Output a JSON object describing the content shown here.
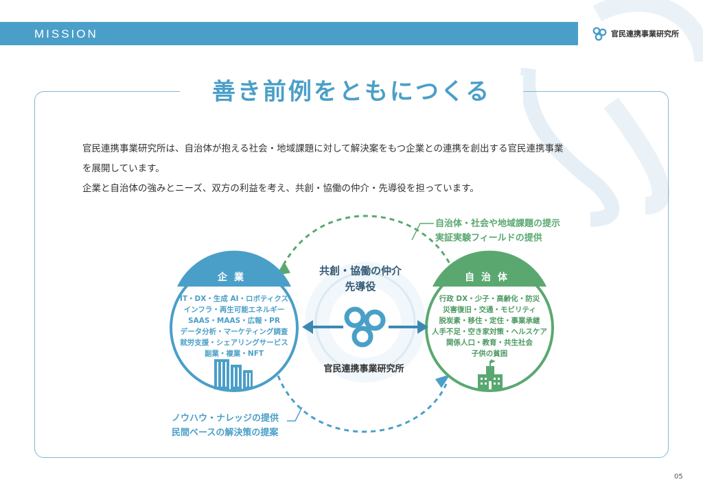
{
  "header": {
    "section_label": "MISSION"
  },
  "brand": {
    "name": "官民連携事業研究所",
    "logo_icon": "triple-ring-icon"
  },
  "headline": "善き前例をともにつくる",
  "description": [
    "官民連携事業研究所は、自治体が抱える社会・地域課題に対して解決案をもつ企業との連携を創出する官民連携事業",
    "を展開しています。",
    "企業と自治体の強みとニーズ、双方の利益を考え、共創・協働の仲介・先導役を担っています。"
  ],
  "diagram": {
    "company": {
      "title": "企業",
      "items": [
        "IT・DX・生成 AI・ロボティクス",
        "インフラ・再生可能エネルギー",
        "SAAS・MAAS・広報・PR",
        "データ分析・マーケティング調査",
        "就労支援・シェアリングサービス",
        "副業・複業・NFT"
      ],
      "icon": "office-buildings-icon"
    },
    "municipality": {
      "title": "自治体",
      "items": [
        "行政 DX・少子・高齢化・防災",
        "災害復旧・交通・モビリティ",
        "脱炭素・移住・定住・事業承継",
        "人手不足・空き家対策・ヘルスケア",
        "関係人口・教育・共生社会",
        "子供の貧困"
      ],
      "icon": "city-hall-icon"
    },
    "center": {
      "heading": [
        "共創・協働の仲介",
        "先導役"
      ],
      "org_name": "官民連携事業研究所",
      "icon": "triple-ring-icon"
    },
    "top_flow": [
      "自治体・社会や地域課題の提示",
      "実証実験フィールドの提供"
    ],
    "bottom_flow": [
      "ノウハウ・ナレッジの提供",
      "民間ベースの解決策の提案"
    ]
  },
  "colors": {
    "blue": "#4a9fc8",
    "green": "#5aa870",
    "light_blue": "#e3f0f7"
  },
  "page_number": "05"
}
